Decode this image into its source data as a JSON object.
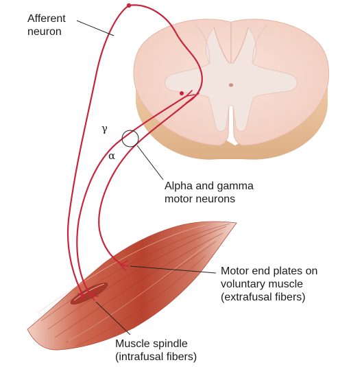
{
  "labels": {
    "afferent": [
      "Afferent",
      "neuron"
    ],
    "motor_neurons": [
      "Alpha and gamma",
      "motor neurons"
    ],
    "end_plates": [
      "Motor end plates on",
      "voluntary muscle",
      "(extrafusal fibers)"
    ],
    "spindle": [
      "Muscle spindle",
      "(intrafusal fibers)"
    ],
    "gamma": "γ",
    "alpha": "α"
  },
  "colors": {
    "nerve": "#c8243c",
    "cord_surface": "#f6d9cf",
    "cord_side": "#e9c29a",
    "grey_matter": "#f1e3dd",
    "muscle": "#c5553f",
    "leader": "#222222"
  }
}
